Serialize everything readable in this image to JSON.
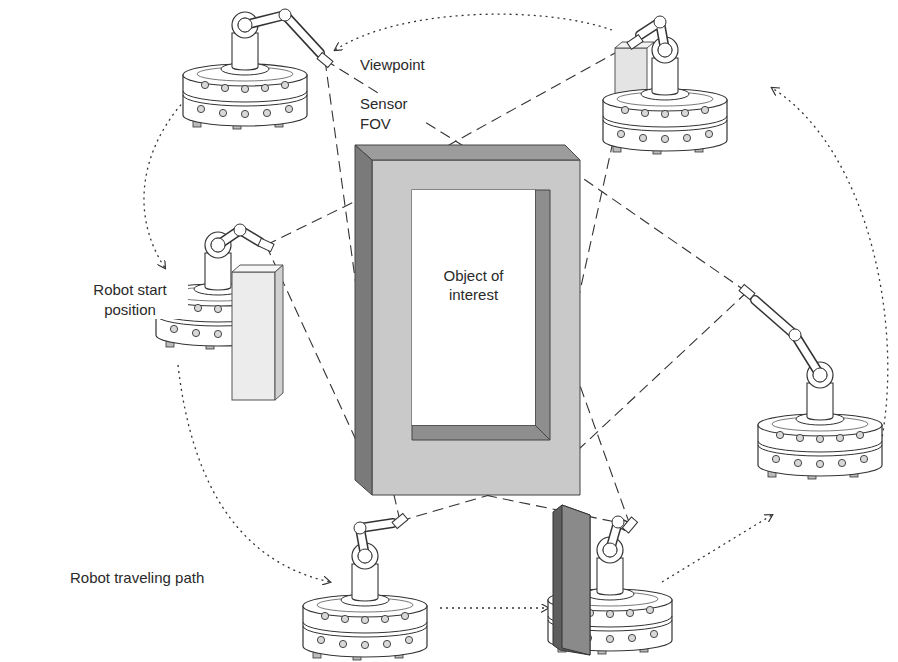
{
  "diagram": {
    "nodes": [
      {
        "text": [
          "Object of interest"
        ]
      }
    ],
    "labels": [
      "Viewpoint",
      "Sensor FOV",
      "Robot start position",
      "Robot traveling path"
    ]
  }
}
